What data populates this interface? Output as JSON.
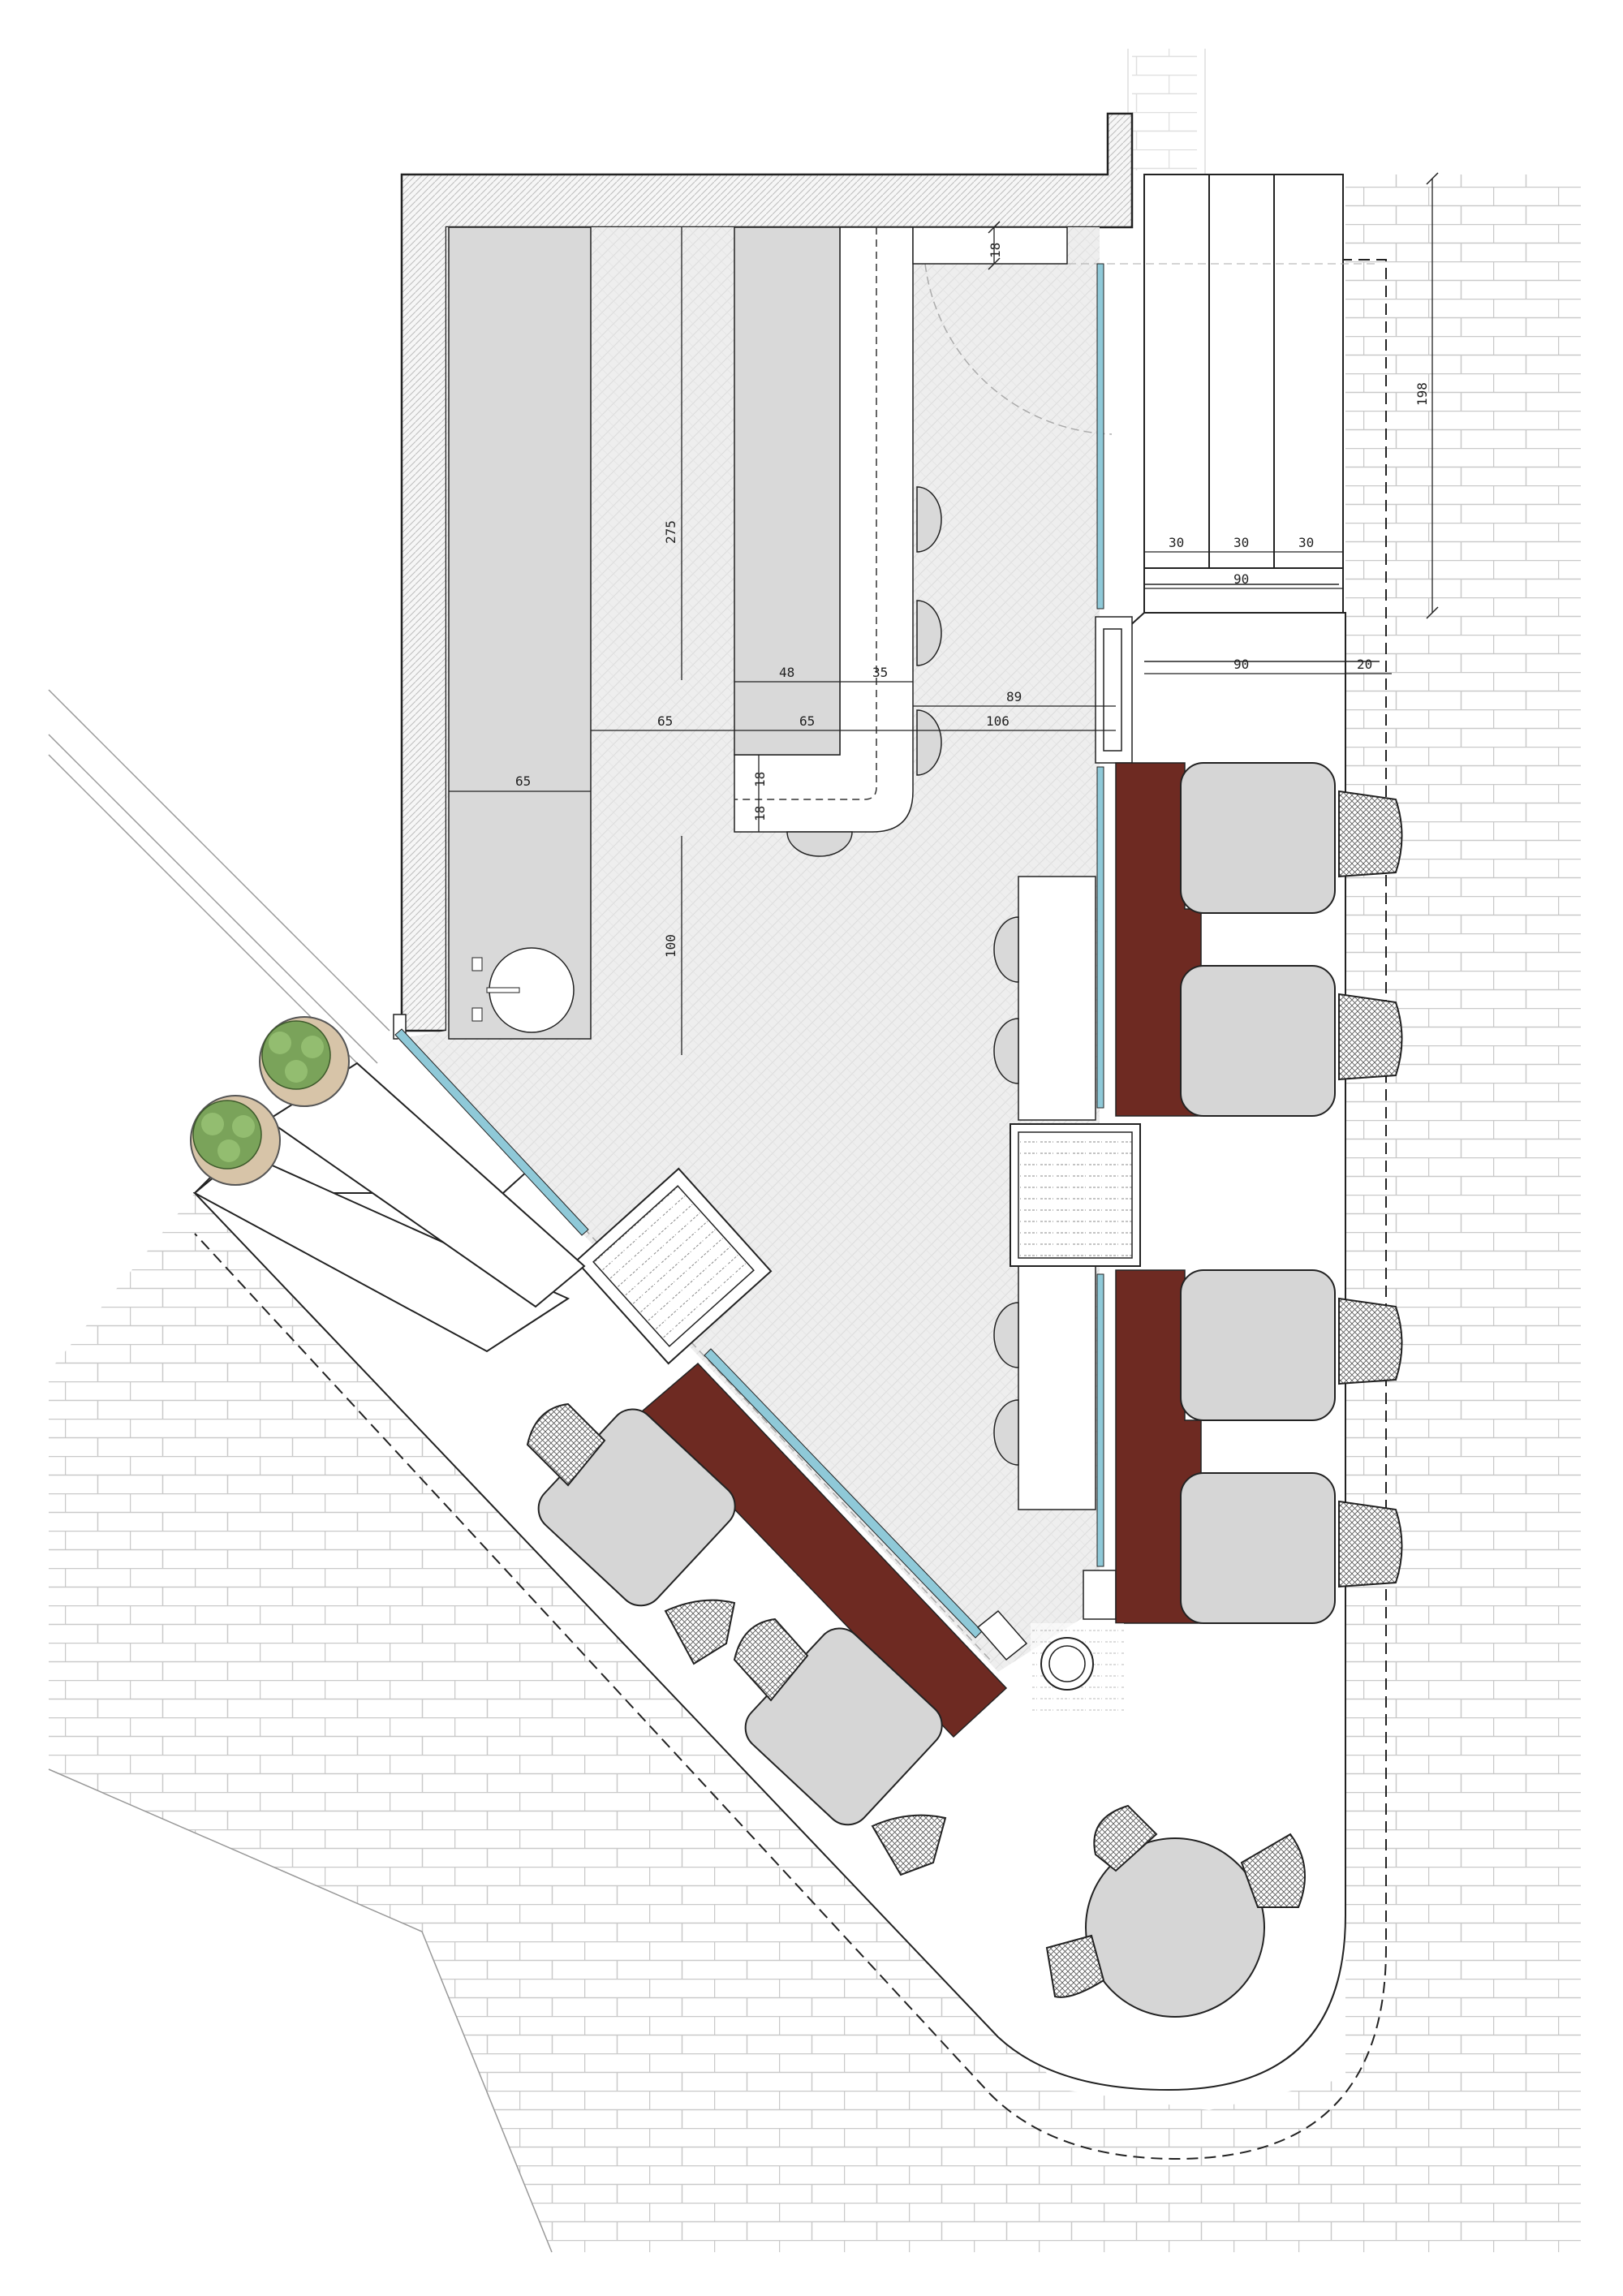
{
  "colors": {
    "background": "#ffffff",
    "paving_line": "#c8c8c8",
    "wall_fill": "#f4f4f4",
    "counter_fill": "#d9d9d9",
    "floor_fill": "#ececec",
    "bench_red": "#6e2a22",
    "glass": "#8fc9d8",
    "table_fill": "#d6d6d6",
    "plant_green": "#7aa35a",
    "line": "#222222"
  },
  "dimensions": {
    "top_18": "18",
    "height_275": "275",
    "depth_48": "48",
    "depth_35": "35",
    "width_89": "89",
    "width_65_a": "65",
    "width_65_b": "65",
    "width_106": "106",
    "width_65_c": "65",
    "gap_18_a": "18",
    "gap_18_b": "18",
    "height_100": "100",
    "step_30_a": "30",
    "step_30_b": "30",
    "step_30_c": "30",
    "stairs_90": "90",
    "ramp_90": "90",
    "ramp_20": "20",
    "height_198": "198"
  }
}
